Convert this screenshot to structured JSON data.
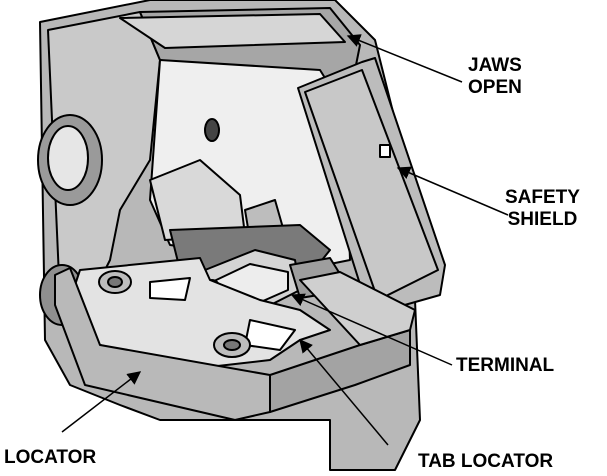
{
  "figure": {
    "description_free": true,
    "colors": {
      "background": "#ffffff",
      "metal_light": "#d2d2d2",
      "metal_mid": "#b3b3b3",
      "metal_dark": "#8c8c8c",
      "outline": "#000000"
    }
  },
  "callouts": {
    "jaws_open": {
      "line1": "JAWS",
      "line2": "OPEN"
    },
    "safety_shield": {
      "line1": "SAFETY",
      "line2": "SHIELD"
    },
    "terminal": {
      "line1": "TERMINAL"
    },
    "locator": {
      "line1": "LOCATOR"
    },
    "tab_locator": {
      "line1": "TAB LOCATOR"
    }
  }
}
